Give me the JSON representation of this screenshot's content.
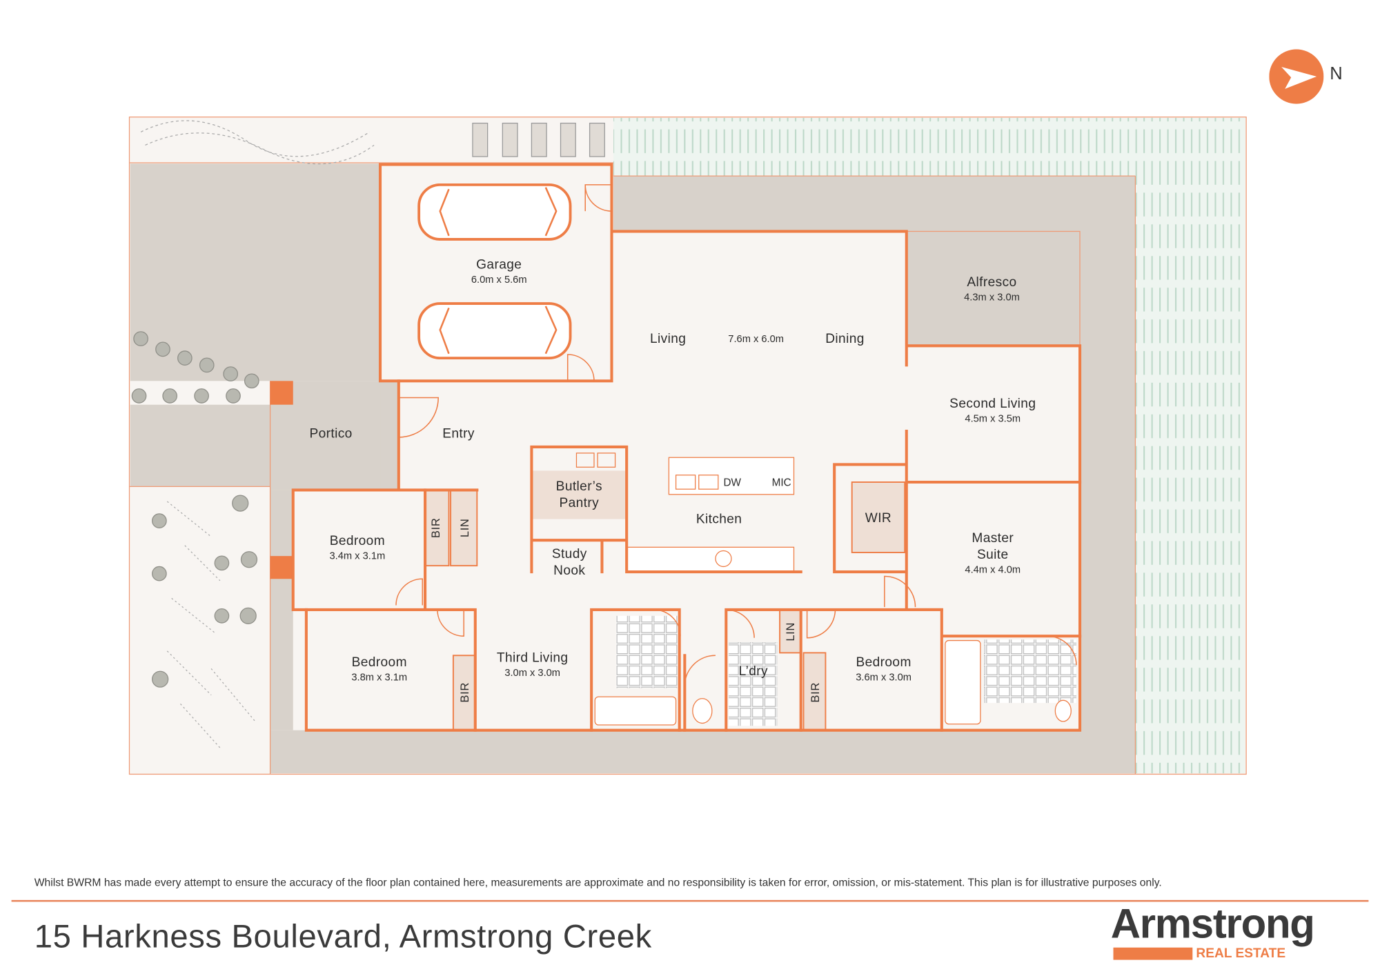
{
  "colors": {
    "accent": "#ee7d46",
    "concrete": "#d8d2cb",
    "lawn": "#eef5f0",
    "text": "#2b2b2b"
  },
  "compass": {
    "icon": "north-arrow-icon",
    "label": "N"
  },
  "rooms": {
    "garage": {
      "name": "Garage",
      "dim": "6.0m x 5.6m"
    },
    "living": {
      "name": "Living",
      "dim": "7.6m x 6.0m"
    },
    "dining": {
      "name": "Dining"
    },
    "alfresco": {
      "name": "Alfresco",
      "dim": "4.3m x 3.0m"
    },
    "second_living": {
      "name": "Second Living",
      "dim": "4.5m x 3.5m"
    },
    "portico": {
      "name": "Portico"
    },
    "entry": {
      "name": "Entry"
    },
    "butlers_pantry": {
      "name1": "Butler’s",
      "name2": "Pantry"
    },
    "kitchen": {
      "name": "Kitchen",
      "dw": "DW",
      "mic": "MIC"
    },
    "wir": {
      "name": "WIR"
    },
    "master": {
      "name1": "Master",
      "name2": "Suite",
      "dim": "4.4m x 4.0m"
    },
    "bedroom_front": {
      "name": "Bedroom",
      "dim": "3.4m x 3.1m"
    },
    "bir_front": {
      "name": "BIR"
    },
    "lin_front": {
      "name": "LIN"
    },
    "study": {
      "name1": "Study",
      "name2": "Nook"
    },
    "bedroom_rear": {
      "name": "Bedroom",
      "dim": "3.8m x 3.1m"
    },
    "bir_rear": {
      "name": "BIR"
    },
    "third_living": {
      "name": "Third Living",
      "dim": "3.0m x 3.0m"
    },
    "laundry": {
      "name": "L’dry"
    },
    "lin_laundry": {
      "name": "LIN"
    },
    "bir_bed3": {
      "name": "BIR"
    },
    "bedroom_side": {
      "name": "Bedroom",
      "dim": "3.6m x 3.0m"
    }
  },
  "footer": {
    "disclaimer": "Whilst BWRM  has made every attempt to ensure the accuracy of the floor plan contained here, measurements are approximate and no responsibility is taken for error, omission, or mis-statement. This plan is for illustrative purposes only.",
    "address": "15 Harkness Boulevard, Armstrong Creek",
    "logo_word": "Armstrong",
    "logo_sub": "REAL ESTATE"
  }
}
